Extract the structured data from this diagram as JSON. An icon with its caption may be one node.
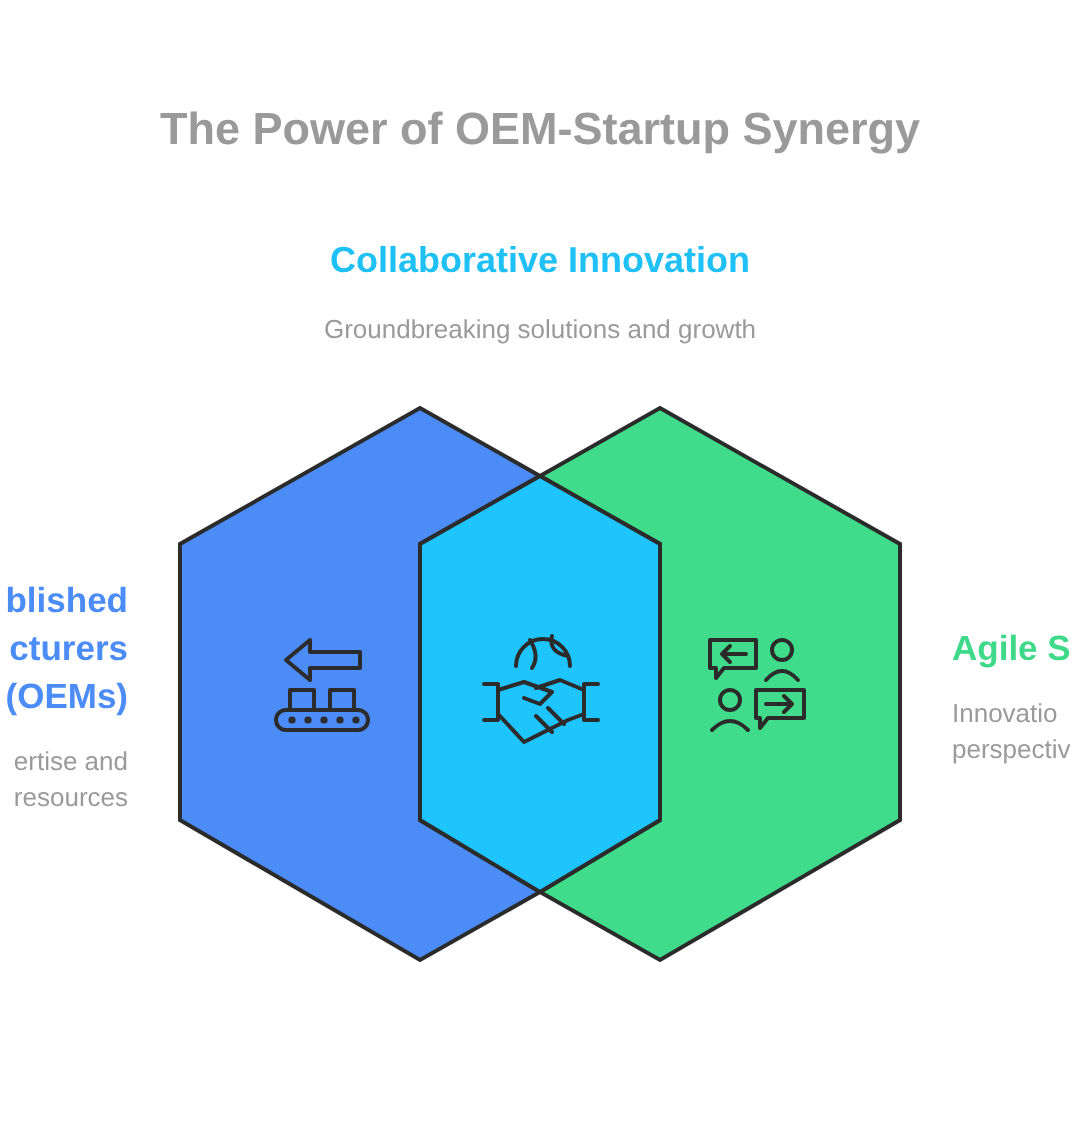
{
  "diagram": {
    "title": "The Power of OEM-Startup Synergy",
    "nodes": [
      {
        "text": [
          "blished cturers (OEMs)",
          "ertise and resources"
        ]
      },
      {
        "text": [
          "Agile S",
          "Innovatio perspectiv"
        ]
      }
    ],
    "labels": [
      "Collaborative Innovation",
      "Groundbreaking solutions and growth"
    ]
  }
}
